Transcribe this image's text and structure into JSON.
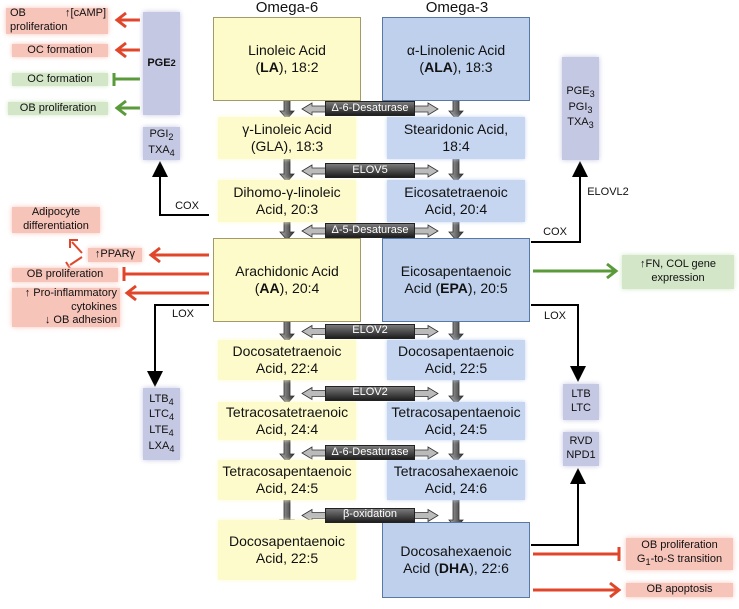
{
  "headers": {
    "omega6": "Omega-6",
    "omega3": "Omega-3"
  },
  "omega6": [
    {
      "pre": "Linoleic Acid",
      "open": "(",
      "bold": "LA",
      "post": "), 18:2"
    },
    {
      "l1": "γ-Linoleic Acid",
      "l2": "(GLA), 18:3"
    },
    {
      "l1": "Dihomo-γ-linoleic",
      "l2": "Acid, 20:3"
    },
    {
      "pre": "Arachidonic Acid",
      "open": "(",
      "bold": "AA",
      "post": "), 20:4"
    },
    {
      "l1": "Docosatetraenoic",
      "l2": "Acid, 22:4"
    },
    {
      "l1": "Tetracosatetraenoic",
      "l2": "Acid, 24:4"
    },
    {
      "l1": "Tetracosapentaenoic",
      "l2": "Acid, 24:5"
    },
    {
      "l1": "Docosapentaenoic",
      "l2": "Acid, 22:5"
    }
  ],
  "omega3": [
    {
      "pre": "α-Linolenic Acid",
      "open": "(",
      "bold": "ALA",
      "post": "), 18:3"
    },
    {
      "l1": "Stearidonic Acid,",
      "l2": "18:4"
    },
    {
      "l1": "Eicosatetraenoic",
      "l2": "Acid, 20:4"
    },
    {
      "pre": "Eicosapentaenoic",
      "open": "Acid (",
      "bold": "EPA",
      "post": "), 20:5"
    },
    {
      "l1": "Docosapentaenoic",
      "l2": "Acid, 22:5"
    },
    {
      "l1": "Tetracosapentaenoic",
      "l2": "Acid, 24:5"
    },
    {
      "l1": "Tetracosahexaenoic",
      "l2": "Acid, 24:6"
    },
    {
      "pre": "Docosahexaenoic",
      "open": "Acid (",
      "bold": "DHA",
      "post": "), 22:6"
    }
  ],
  "enzymes": [
    "Δ-6-Desaturase",
    "ELOV5",
    "Δ-5-Desaturase",
    "ELOV2",
    "ELOV2",
    "Δ-6-Desaturase",
    "β-oxidation"
  ],
  "labels": {
    "cox_left": "COX",
    "lox_left": "LOX",
    "cox_right": "COX",
    "lox_right": "LOX",
    "elovl2": "ELOVL2"
  },
  "products": {
    "pge2": "PGE",
    "pge2_sub": "2",
    "pgi2": "PGI",
    "pgi2_sub": "2",
    "txa4": "TXA",
    "txa4_sub": "4",
    "ltb4": "LTB",
    "ltc4": "LTC",
    "lte4": "LTE",
    "lxa4": "LXA",
    "sub4": "4",
    "pge3": "PGE",
    "pgi3": "PGI",
    "txa3": "TXA",
    "sub3": "3",
    "ltb": "LTB",
    "ltc": "LTC",
    "rvd": "RVD",
    "npd1": "NPD1"
  },
  "effects": {
    "ob_camp_1": "OB",
    "camp": "↑[cAMP]",
    "ob_camp_2": "proliferation",
    "oc_formation_red": "OC formation",
    "oc_formation_green": "OC formation",
    "ob_prolif_green": "OB proliferation",
    "adipocyte_1": "Adipocyte",
    "adipocyte_2": "differentiation",
    "ppar": "↑PPARγ",
    "ob_prolif_red": "OB proliferation",
    "proinfl_1": "↑ Pro-inflammatory",
    "proinfl_2": "cytokines",
    "proinfl_3": "↓ OB adhesion",
    "fn_col_1": "↑FN, COL gene",
    "fn_col_2": "expression",
    "dha_prolif_1": "OB proliferation",
    "dha_prolif_2a": "G",
    "dha_prolif_sub": "1",
    "dha_prolif_2b": "-to-S transition",
    "ob_apoptosis": "OB apoptosis"
  },
  "colors": {
    "red": "#e0462a",
    "green": "#5a9a3a",
    "black": "#000000"
  }
}
